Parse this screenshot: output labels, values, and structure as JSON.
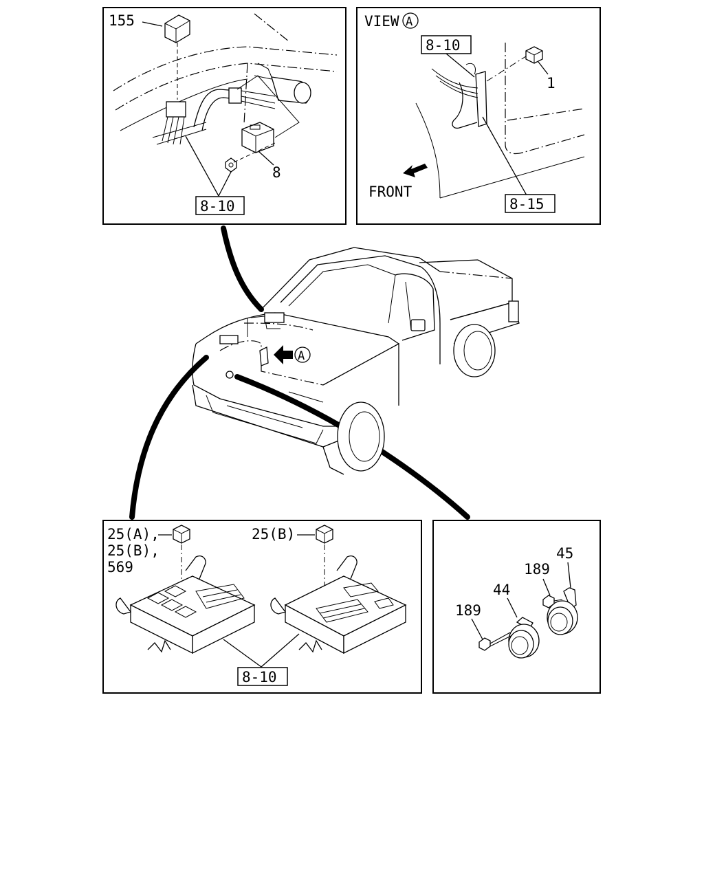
{
  "panels": {
    "top_left": {
      "callouts": [
        "155",
        "8"
      ],
      "ref_box": "8-10"
    },
    "top_right": {
      "view_word": "VIEW",
      "view_circle": "A",
      "callouts": [
        "1"
      ],
      "ref_box_top": "8-10",
      "ref_box_bottom": "8-15",
      "direction_label": "FRONT"
    },
    "center": {
      "view_marker": "A"
    },
    "bottom_left": {
      "callout_lines": [
        "25(A),",
        "25(B),",
        "569"
      ],
      "callout_right": "25(B)",
      "ref_box": "8-10"
    },
    "bottom_right": {
      "callouts": [
        "45",
        "189",
        "44",
        "189"
      ]
    }
  }
}
